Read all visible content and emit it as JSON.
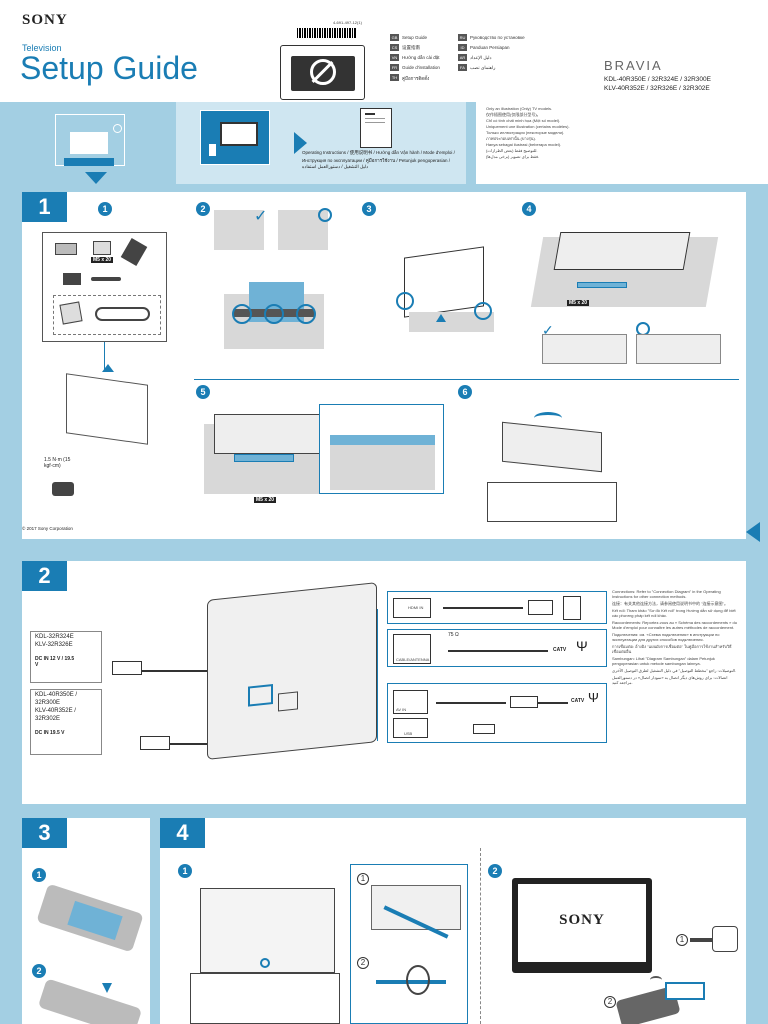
{
  "header": {
    "brand": "SONY",
    "category": "Television",
    "title": "Setup Guide",
    "doc_number": "4-691-497-12(1)",
    "bravia": "BRAVIA",
    "models_line1": "KDL-40R350E / 32R324E / 32R300E",
    "models_line2": "KLV-40R352E / 32R326E / 32R302E",
    "guide_languages": [
      {
        "code": "GB",
        "name": "Setup Guide"
      },
      {
        "code": "CS",
        "name": "设置指南"
      },
      {
        "code": "VN",
        "name": "Hướng dẫn cài đặt"
      },
      {
        "code": "FR",
        "name": "Guide d'installation"
      },
      {
        "code": "TH",
        "name": "คู่มือการติดตั้ง"
      },
      {
        "code": "ID",
        "name": "Panduan Persiapan"
      },
      {
        "code": "RU",
        "name": "Руководство по установке"
      },
      {
        "code": "AR",
        "name": "دليل الإعداد"
      },
      {
        "code": "FA",
        "name": "راهنمای نصب"
      }
    ]
  },
  "intro": {
    "operating_line1": "Operating Instructions / 使用说明书 / Hướng dẫn Vận hành / Mode d'emploi /",
    "operating_line2": "Инструкция по эксплуатации / คู่มือการใช้งาน / Petunjuk pengoperasian /",
    "operating_line3": "دليل التشغيل / دستورالعمل استفاده",
    "notes": [
      "Only an illustration (Only) TV models.",
      "仅作插图使用(仅限部分型号)。",
      "Chỉ có tính chất minh họa (Một số model).",
      "Uniquement une illustration (certains modèles).",
      "Только иллюстрация (некоторые модели).",
      "ภาพประกอบเท่านั้น (บางรุ่น).",
      "Hanya sebagai ilustrasi (beberapa model).",
      "للتوضيح فقط (بعض الطرازات).",
      "فقط برای تصویر (برخی مدل‌ها)."
    ]
  },
  "step1": {
    "number": "1",
    "substeps": [
      "1",
      "2",
      "3",
      "4",
      "5",
      "6"
    ],
    "screw_label": "M5 x 20",
    "screwdriver_label": "1.5 N·m (15 kgf·cm)",
    "part_labels": [
      "M5 x 20",
      "M5 x 20"
    ],
    "copyright": "© 2017 Sony Corporation"
  },
  "step2": {
    "number": "2",
    "model_box1_line1": "KDL-32R324E",
    "model_box1_line2": "KLV-32R326E",
    "model_box1_dc": "DC IN 12 V / 19.5 V",
    "model_box2_lines": [
      "KDL-40R350E /",
      "32R300E",
      "KLV-40R352E /",
      "32R302E"
    ],
    "model_box2_dc": "DC IN 19.5 V",
    "port_labels": [
      "HDMI IN",
      "CABLE/ANTENNA",
      "AV IN",
      "USB"
    ],
    "cable_labels": [
      "CATV",
      "CATV",
      "75 Ω"
    ],
    "connections_text": [
      "Connections: Refer to \"Connection Diagram\" in the Operating Instructions for other connection methods.",
      "连接：有关其他连接方法，请参阅使用说明书中的 \"连接示意图\"。",
      "Kết nối: Tham khảo \"Sơ đồ Kết nối\" trong Hướng dẫn sử dụng để biết các phương pháp kết nối khác.",
      "Raccordements: Reportez-vous au « Schéma des raccordements » du Mode d'emploi pour connaître les autres méthodes de raccordement.",
      "Подключения: см. «Схема подключения» в инструкции по эксплуатации для других способов подключения.",
      "การเชื่อมต่อ: อ้างอิง \"แผนผังการเชื่อมต่อ\" ในคู่มือการใช้งานสำหรับวิธีเชื่อมต่ออื่น",
      "Sambungan: Lihat \"Diagram Sambungan\" dalam Petunjuk pengoperasian untuk metode sambungan lainnya.",
      "التوصيلات: راجع \"مخطط التوصيل\" في دليل التشغيل لطرق التوصيل الأخرى.",
      "اتصالات: برای روش‌های دیگر اتصال به «نمودار اتصال» در دستورالعمل مراجعه کنید."
    ]
  },
  "step3": {
    "number": "3",
    "substeps": [
      "1",
      "2"
    ]
  },
  "step4": {
    "number": "4",
    "substeps": [
      "1",
      "2"
    ],
    "sub_labels": [
      "1",
      "2",
      "1",
      "2"
    ],
    "screen_brand": "SONY"
  },
  "colors": {
    "accent": "#1a7db4",
    "background": "#a3cfe3"
  }
}
